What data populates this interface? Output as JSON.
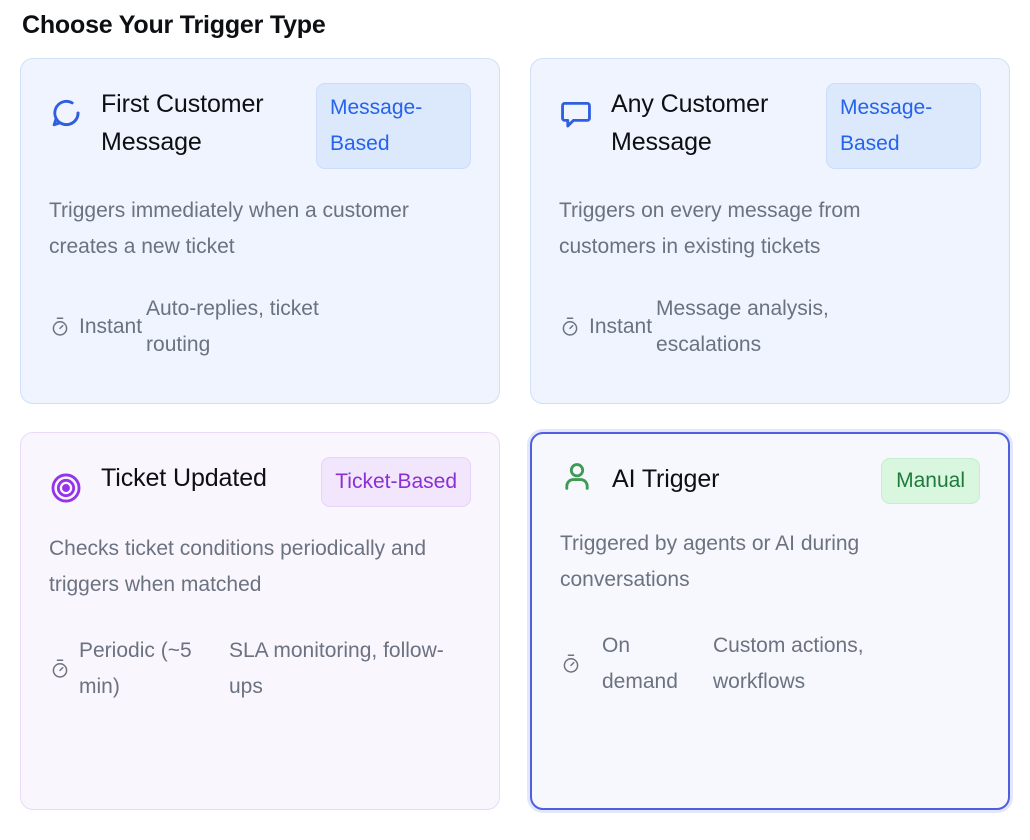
{
  "page": {
    "title": "Choose Your Trigger Type"
  },
  "colors": {
    "blue_accent": "#2563eb",
    "blue_selected_border": "#4f5fe0",
    "purple_accent": "#8b2fd4",
    "green_accent": "#1f7a3d",
    "muted_text": "#6b7280",
    "title_text": "#0d0f12"
  },
  "cards": [
    {
      "id": "first-customer-message",
      "icon": "speech-bubble-round-icon",
      "icon_color": "#2f5fe0",
      "title": "First Customer Message",
      "badge": "Message-Based",
      "badge_style": "blue",
      "description": "Triggers immediately when a customer creates a new ticket",
      "timing_icon": "stopwatch-icon",
      "timing": "Instant",
      "use_case": "Auto-replies, ticket routing",
      "variant": "blue",
      "selected": false
    },
    {
      "id": "any-customer-message",
      "icon": "message-square-icon",
      "icon_color": "#2f5fe0",
      "title": "Any Customer Message",
      "badge": "Message-Based",
      "badge_style": "blue",
      "description": "Triggers on every message from customers in existing tickets",
      "timing_icon": "stopwatch-icon",
      "timing": "Instant",
      "use_case": "Message analysis, escalations",
      "variant": "blue",
      "selected": false
    },
    {
      "id": "ticket-updated",
      "icon": "target-icon",
      "icon_color": "#9333ea",
      "title": "Ticket Updated",
      "badge": "Ticket-Based",
      "badge_style": "purple",
      "description": "Checks ticket conditions periodically and triggers when matched",
      "timing_icon": "stopwatch-icon",
      "timing": "Periodic (~5 min)",
      "use_case": "SLA monitoring, follow-ups",
      "variant": "purple",
      "selected": false
    },
    {
      "id": "ai-trigger",
      "icon": "person-icon",
      "icon_color": "#3f9b54",
      "title": "AI Trigger",
      "badge": "Manual",
      "badge_style": "green",
      "description": "Triggered by agents or AI during conversations",
      "timing_icon": "stopwatch-icon",
      "timing": "On demand",
      "use_case": "Custom actions, workflows",
      "variant": "selected",
      "selected": true
    }
  ]
}
